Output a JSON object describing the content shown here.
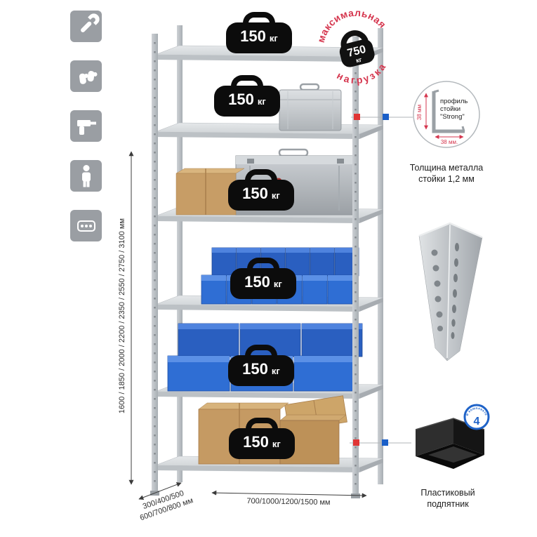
{
  "sidebar": {
    "icons": [
      "wrench-icon",
      "gloves-icon",
      "drill-icon",
      "person-icon",
      "fasteners-icon"
    ]
  },
  "rack": {
    "shelf_count": 6,
    "load_value": "150",
    "load_unit": "кг"
  },
  "stamp": {
    "arc_top": "максимальная",
    "arc_bottom": "нагрузка",
    "value": "750",
    "unit": "кг"
  },
  "dimensions": {
    "height": "1600 / 1850 / 2000 / 2200 / 2350 / 2550 / 2750 / 3100 мм",
    "depth_line1": "300/400/500",
    "depth_line2": "600/700/800 мм",
    "width": "700/1000/1200/1500 мм"
  },
  "profile_detail": {
    "line1": "профиль",
    "line2": "стойки",
    "line3": "\"Strong\"",
    "dim_v": "38 мм",
    "dim_h": "38 мм.",
    "caption_line1": "Толщина металла",
    "caption_line2": "стойки 1,2 мм"
  },
  "foot_detail": {
    "badge_value": "4",
    "badge_text": "в комплекте",
    "caption_line1": "Пластиковый",
    "caption_line2": "подпятник"
  },
  "colors": {
    "accent_red": "#d5364e",
    "marker_red": "#e03535",
    "marker_blue": "#1a5fc8",
    "bin_blue": "#2f6ed4",
    "cardboard": "#c59a63",
    "metal_gray": "#c3c7cb"
  }
}
